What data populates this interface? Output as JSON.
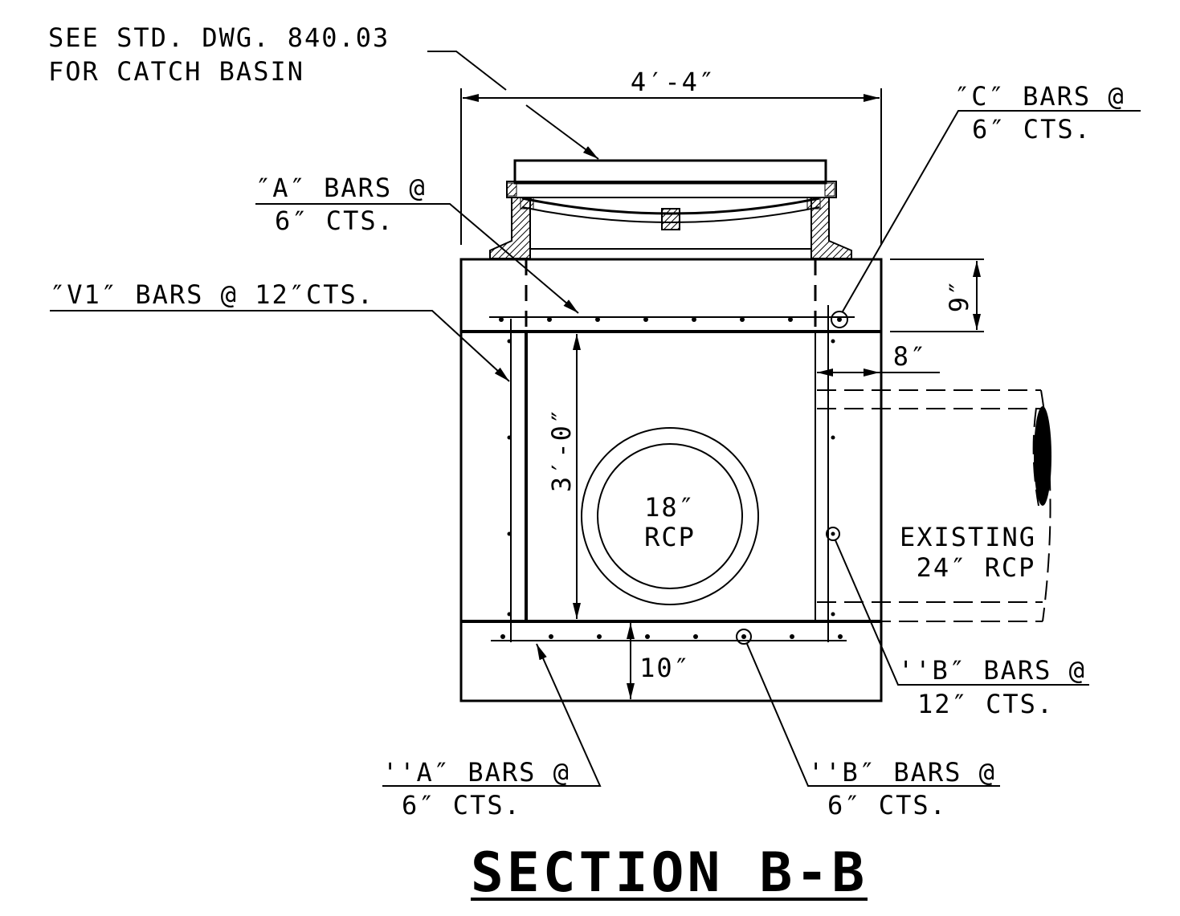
{
  "labels": {
    "std_dwg_line1": "SEE STD. DWG. 840.03",
    "std_dwg_line2": "FOR CATCH BASIN",
    "width_dim": "4′-4″",
    "c_bars_line1": "″C″ BARS @",
    "c_bars_line2": "6″ CTS.",
    "a_bars_top_line1": "″A″ BARS @",
    "a_bars_top_line2": "6″ CTS.",
    "v1_bars": "″V1″ BARS @ 12″CTS.",
    "top_slab_dim": "9″",
    "wall_dim": "8″",
    "height_dim": "3′-0″",
    "pipe_18_line1": "18″",
    "pipe_18_line2": "RCP",
    "existing_line1": "EXISTING",
    "existing_line2": "24″ RCP",
    "b_bars_12_line1": "''B″ BARS @",
    "b_bars_12_line2": "12″ CTS.",
    "base_slab_dim": "10″",
    "a_bars_bot_line1": "''A″ BARS @",
    "a_bars_bot_line2": "6″ CTS.",
    "b_bars_6_line1": "''B″ BARS @",
    "b_bars_6_line2": "6″ CTS.",
    "section_title": "SECTION B-B"
  },
  "colors": {
    "ink": "#000000",
    "paper": "#ffffff"
  }
}
